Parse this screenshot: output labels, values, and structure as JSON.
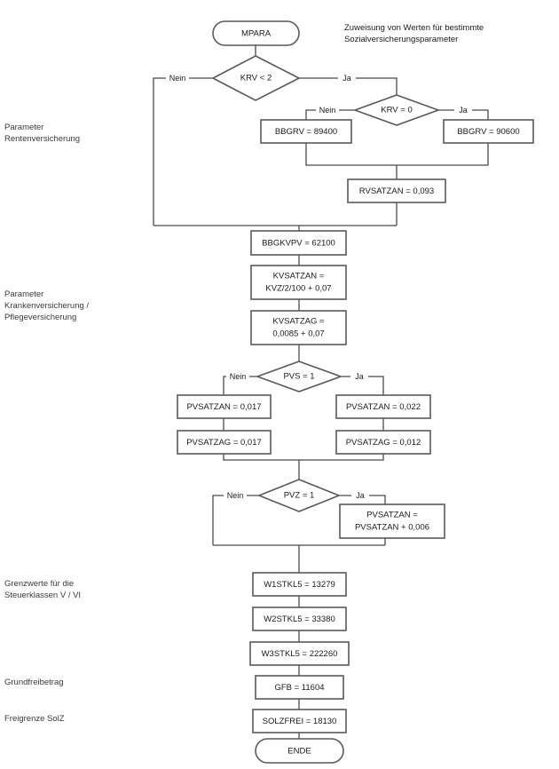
{
  "diagram": {
    "title_lines": [
      "Zuweisung von Werten für bestimmte",
      "Sozialversicherungsparameter"
    ],
    "side_labels": [
      {
        "id": "rentenversicherung",
        "lines": [
          "Parameter",
          "Rentenversicherung"
        ]
      },
      {
        "id": "krankenversicherung",
        "lines": [
          "Parameter",
          "Krankenversicherung /",
          "Pflegeversicherung"
        ]
      },
      {
        "id": "grenzwerte",
        "lines": [
          "Grenzwerte für die",
          "Steuerklassen V / VI"
        ]
      },
      {
        "id": "grundfreibetrag",
        "lines": [
          "Grundfreibetrag"
        ]
      },
      {
        "id": "freigrenze-solz",
        "lines": [
          "Freigrenze SolZ"
        ]
      }
    ],
    "nodes": {
      "start": {
        "type": "terminal",
        "text": "MPARA"
      },
      "krv_lt_2": {
        "type": "decision",
        "text": "KRV < 2"
      },
      "krv_eq_0": {
        "type": "decision",
        "text": "KRV = 0"
      },
      "bbgrv_89400": {
        "type": "process",
        "text": "BBGRV = 89400"
      },
      "bbgrv_90600": {
        "type": "process",
        "text": "BBGRV = 90600"
      },
      "rvsatzan": {
        "type": "process",
        "text": "RVSATZAN = 0,093"
      },
      "bbgkvpv": {
        "type": "process",
        "text": "BBGKVPV = 62100"
      },
      "kvsatzan": {
        "type": "process",
        "lines": [
          "KVSATZAN =",
          "KVZ/2/100 + 0,07"
        ]
      },
      "kvsatzag": {
        "type": "process",
        "lines": [
          "KVSATZAG =",
          "0,0085 + 0,07"
        ]
      },
      "pvs_eq_1": {
        "type": "decision",
        "text": "PVS = 1"
      },
      "pvsatzan_017": {
        "type": "process",
        "text": "PVSATZAN = 0,017"
      },
      "pvsatzag_017": {
        "type": "process",
        "text": "PVSATZAG = 0,017"
      },
      "pvsatzan_022": {
        "type": "process",
        "text": "PVSATZAN = 0,022"
      },
      "pvsatzag_012": {
        "type": "process",
        "text": "PVSATZAG = 0,012"
      },
      "pvz_eq_1": {
        "type": "decision",
        "text": "PVZ = 1"
      },
      "pvsatzan_plus": {
        "type": "process",
        "lines": [
          "PVSATZAN =",
          "PVSATZAN + 0,006"
        ]
      },
      "w1stkl5": {
        "type": "process",
        "text": "W1STKL5 = 13279"
      },
      "w2stkl5": {
        "type": "process",
        "text": "W2STKL5 = 33380"
      },
      "w3stkl5": {
        "type": "process",
        "text": "W3STKL5 = 222260"
      },
      "gfb": {
        "type": "process",
        "text": "GFB = 11604"
      },
      "solzfrei": {
        "type": "process",
        "text": "SOLZFREI = 18130"
      },
      "end": {
        "type": "terminal",
        "text": "ENDE"
      }
    },
    "edge_labels": {
      "krv_lt_2_no": "Nein",
      "krv_lt_2_yes": "Ja",
      "krv_eq_0_no": "Nein",
      "krv_eq_0_yes": "Ja",
      "pvs_no": "Nein",
      "pvs_yes": "Ja",
      "pvz_no": "Nein",
      "pvz_yes": "Ja"
    },
    "colors": {
      "box_stroke": "#595959",
      "connector": "#4a4a4a",
      "text": "#1a1a1a",
      "background": "#ffffff"
    }
  }
}
